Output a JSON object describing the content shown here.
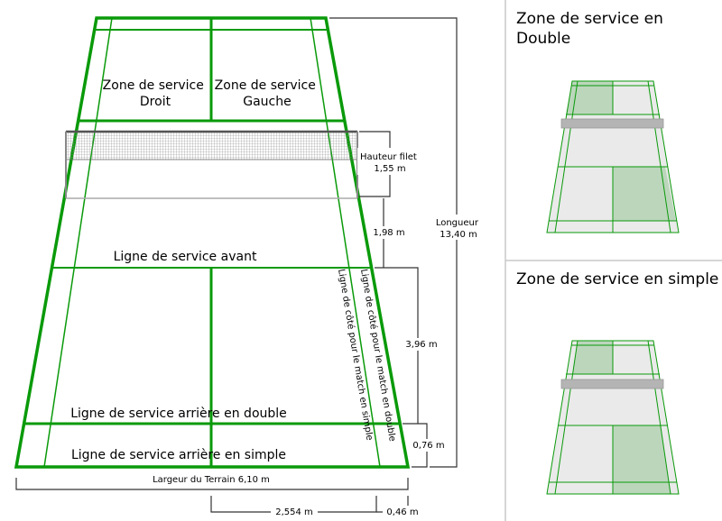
{
  "court": {
    "service_zone_right": [
      "Zone de service",
      "Droit"
    ],
    "service_zone_left": [
      "Zone de service",
      "Gauche"
    ],
    "front_service_line": "Ligne de service avant",
    "doubles_back_line": "Ligne de service arrière en double",
    "singles_back_line": "Ligne de service arrière en simple",
    "doubles_side_line": "Ligne de côté pour le match en double",
    "singles_side_line": "Ligne de côté pour le match en simple"
  },
  "dimensions": {
    "net_height": [
      "Hauteur filet",
      "1,55 m"
    ],
    "net_to_service": "1,98 m",
    "length": [
      "Longueur",
      "13,40 m"
    ],
    "service_depth": "3,96 m",
    "back_gap": "0,76 m",
    "width": "Largeur du Terrain 6,10 m",
    "half_width": "2,554 m",
    "side_gap": "0,46 m"
  },
  "panels": {
    "double_title": [
      "Zone de service en",
      "Double"
    ],
    "simple_title": "Zone de service en simple"
  },
  "colors": {
    "line_green": "#0a9a0a",
    "zone_green": "#bcd6bc",
    "floor_grey": "#eaeaea",
    "net_grey": "#b4b4b4"
  }
}
